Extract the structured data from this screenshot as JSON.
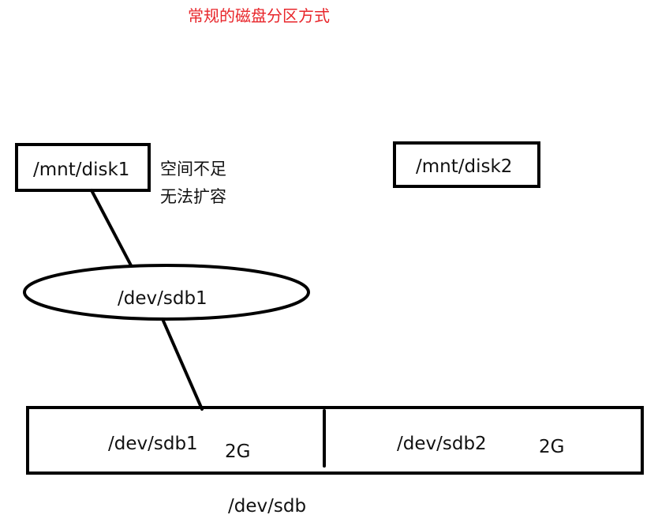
{
  "title": "常规的磁盘分区方式",
  "mount_points": {
    "disk1": "/mnt/disk1",
    "disk2": "/mnt/disk2"
  },
  "note": {
    "line1": "空间不足",
    "line2": "无法扩容"
  },
  "partition_oval": {
    "label": "/dev/sdb1"
  },
  "disk": {
    "name": "/dev/sdb",
    "partitions": [
      {
        "name": "/dev/sdb1",
        "size": "2G"
      },
      {
        "name": "/dev/sdb2",
        "size": "2G"
      }
    ]
  },
  "colors": {
    "title": "#e8262b",
    "stroke": "#000000"
  }
}
